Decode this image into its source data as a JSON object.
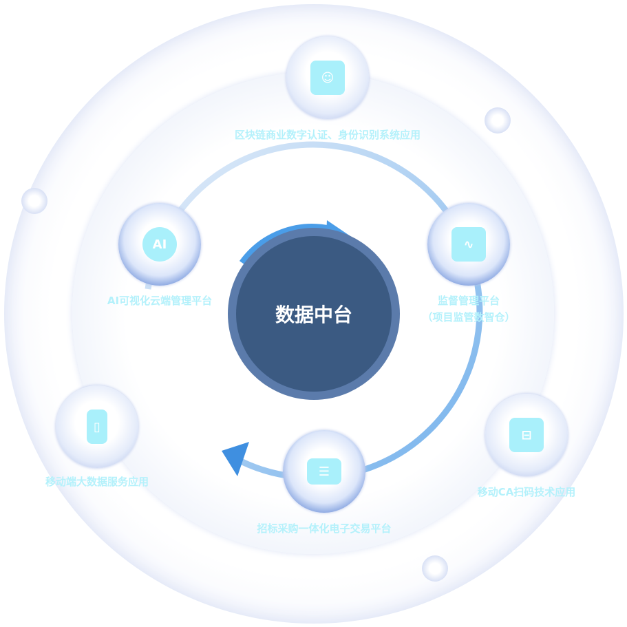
{
  "center": {
    "title": "数据中台"
  },
  "nodes": [
    {
      "label": "区块链商业数字认证、身份识别系统应用",
      "icon": "face-id-icon"
    },
    {
      "label": "AI可视化云端管理平台",
      "icon": "ai-cloud-icon",
      "icon_text": "AI"
    },
    {
      "label": "监督管理平台",
      "label2": "（项目监管数智仓）",
      "icon": "monitor-chart-icon"
    },
    {
      "label": "移动端大数据服务应用",
      "icon": "mobile-icon"
    },
    {
      "label": "移动CA扫码技术应用",
      "icon": "scan-icon"
    },
    {
      "label": "招标采购一体化电子交易平台",
      "icon": "basket-card-icon"
    }
  ],
  "colors": {
    "label": "#b4f1fb",
    "center": "#3b5a82",
    "arrow": "#4a9de8"
  }
}
